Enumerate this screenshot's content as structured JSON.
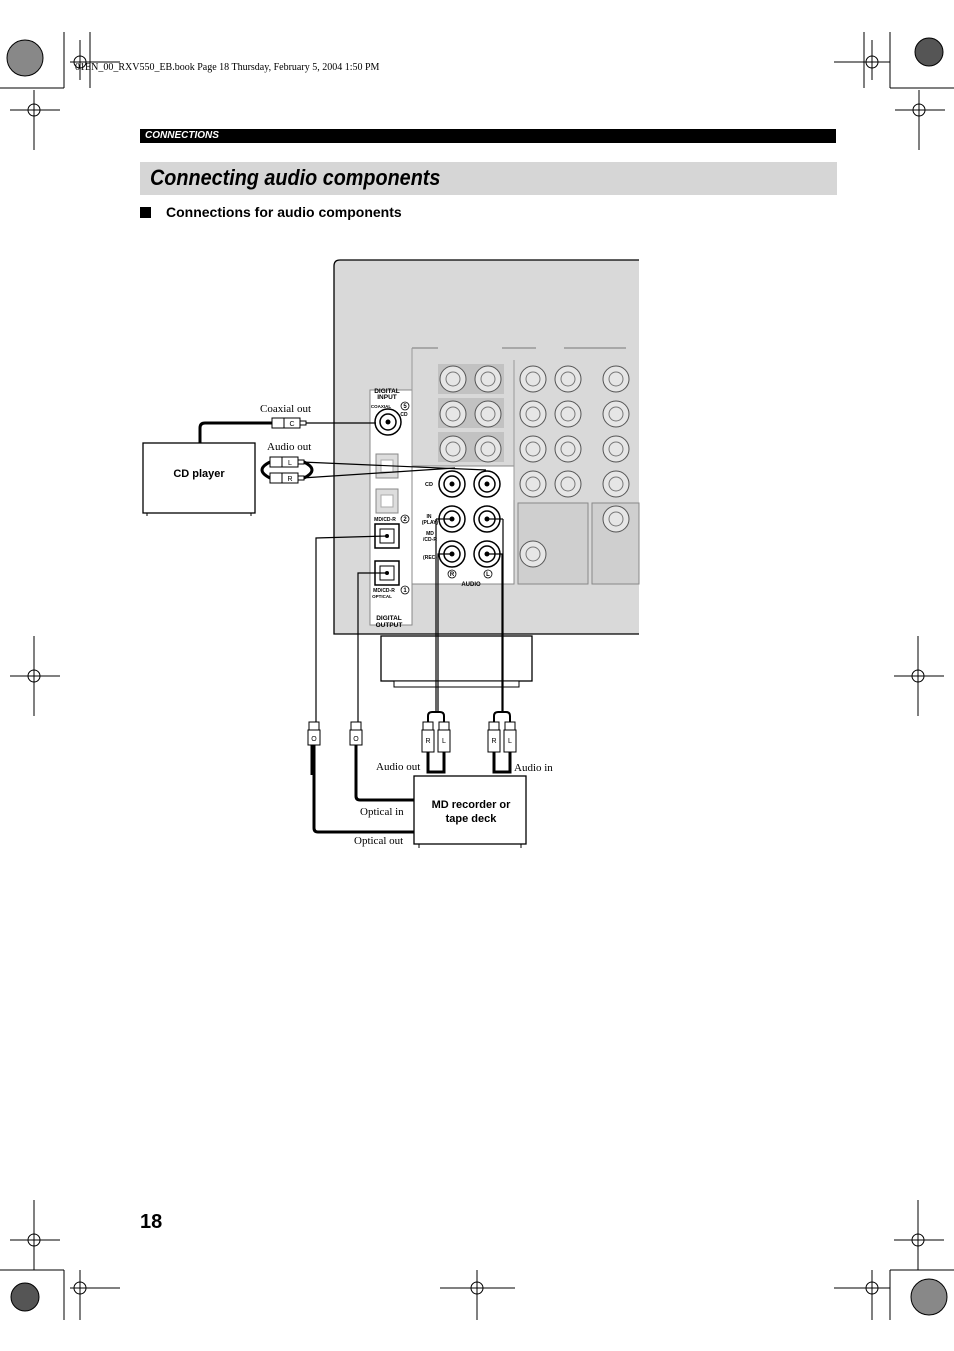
{
  "print_header": "01EN_00_RXV550_EB.book  Page 18  Thursday, February 5, 2004  1:50 PM",
  "section_label": "CONNECTIONS",
  "title": "Connecting audio components",
  "subheading": "Connections for audio components",
  "page_number": "18",
  "diagram": {
    "cd_player": "CD player",
    "md_recorder_line1": "MD recorder or",
    "md_recorder_line2": "tape deck",
    "coaxial_out": "Coaxial out",
    "audio_out_cd": "Audio out",
    "audio_out_md": "Audio out",
    "audio_in_md": "Audio in",
    "optical_in": "Optical in",
    "optical_out": "Optical out",
    "plug_c": "C",
    "plug_l": "L",
    "plug_r": "R",
    "plug_o": "O",
    "digital_input_line1": "DIGITAL",
    "digital_input_line2": "INPUT",
    "coaxial": "COAXIAL",
    "cd_small": "CD",
    "digital_output_line1": "DIGITAL",
    "digital_output_line2": "OUTPUT",
    "mdcdr": "MD/CD-R",
    "optical": "OPTICAL",
    "num_5": "5",
    "num_2": "2",
    "num_1": "1",
    "jack_cd": "CD",
    "jack_in": "IN",
    "jack_play": "(PLAY)",
    "jack_md": "MD",
    "jack_cdr": "/CD-R",
    "jack_rec": "(REC)",
    "jack_r": "R",
    "jack_l": "L",
    "audio": "AUDIO"
  }
}
